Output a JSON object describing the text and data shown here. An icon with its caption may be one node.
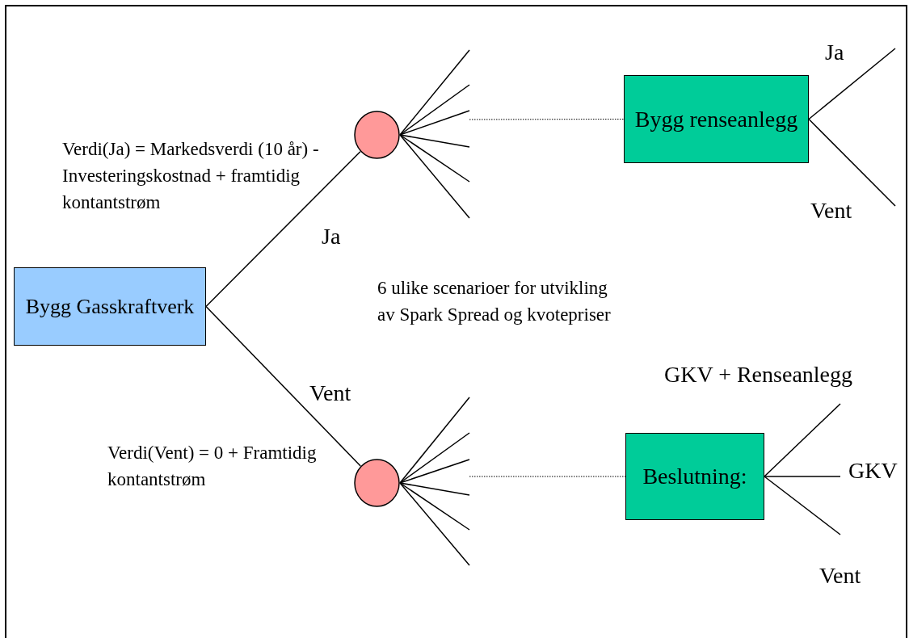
{
  "diagram": {
    "nodes": [
      {
        "text": [
          "Bygg Gasskraftverk"
        ]
      },
      {
        "text": [],
        "shape": "circle"
      },
      {
        "text": [],
        "shape": "circle"
      },
      {
        "text": [
          "Bygg renseanlegg"
        ]
      },
      {
        "text": [
          "Beslutning:"
        ]
      }
    ],
    "edges": [
      {
        "from": 0,
        "to": 1,
        "arrow": "none",
        "label": "Ja"
      },
      {
        "from": 0,
        "to": 2,
        "arrow": "none",
        "label": "Vent"
      },
      {
        "from": 1,
        "to": null,
        "arrow": "none"
      },
      {
        "from": 1,
        "to": null,
        "arrow": "none"
      },
      {
        "from": 1,
        "to": null,
        "arrow": "none"
      },
      {
        "from": 1,
        "to": null,
        "arrow": "none"
      },
      {
        "from": 1,
        "to": null,
        "arrow": "none"
      },
      {
        "from": 1,
        "to": null,
        "arrow": "none"
      },
      {
        "from": 2,
        "to": null,
        "arrow": "none"
      },
      {
        "from": 2,
        "to": null,
        "arrow": "none"
      },
      {
        "from": 2,
        "to": null,
        "arrow": "none"
      },
      {
        "from": 2,
        "to": null,
        "arrow": "none"
      },
      {
        "from": 2,
        "to": null,
        "arrow": "none"
      },
      {
        "from": 2,
        "to": null,
        "arrow": "none"
      },
      {
        "from": null,
        "to": 3,
        "arrow": "none",
        "style": "dashed"
      },
      {
        "from": null,
        "to": 4,
        "arrow": "none",
        "style": "dashed"
      },
      {
        "from": 3,
        "to": null,
        "arrow": "none",
        "label": "Ja"
      },
      {
        "from": 3,
        "to": null,
        "arrow": "none",
        "label": "Vent"
      },
      {
        "from": 4,
        "to": null,
        "arrow": "none",
        "label": "GKV + Renseanlegg"
      },
      {
        "from": 4,
        "to": null,
        "arrow": "none",
        "label": "GKV"
      },
      {
        "from": 4,
        "to": null,
        "arrow": "none",
        "label": "Vent"
      }
    ],
    "labels": [
      "Verdi(Ja) = Markedsverdi (10 år) -Investeringskostnad + framtidig kontantstrøm",
      "6 ulike scenarioer for utvikling av Spark Spread og kvotepriser",
      "Verdi(Vent) = 0 + Framtidig kontantstrøm"
    ]
  }
}
